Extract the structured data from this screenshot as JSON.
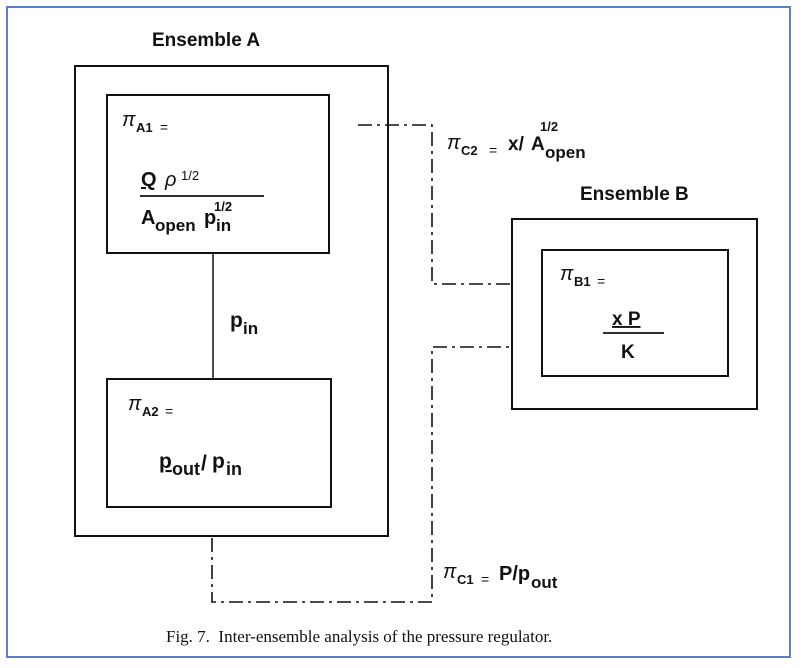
{
  "ensemble_a": {
    "title": "Ensemble A",
    "pi_a1": {
      "symbol": "π",
      "subscript": "A1",
      "eq": "=",
      "num_main": "Q",
      "num_rho": "ρ",
      "num_exp": "1/2",
      "den_main": "A",
      "den_sub": "open",
      "den_p": "p",
      "den_p_exp": "1/2",
      "den_p_sub": "in"
    },
    "connector_label": {
      "main": "p",
      "sub": "in"
    },
    "pi_a2": {
      "symbol": "π",
      "subscript": "A2",
      "eq": "=",
      "p_out": "p",
      "p_out_sub": "out",
      "slash": "/",
      "p_in": "p",
      "p_in_sub": "in"
    }
  },
  "ensemble_b": {
    "title": "Ensemble B",
    "pi_b1": {
      "symbol": "π",
      "subscript": "B1",
      "eq": "=",
      "num": "x P",
      "den": "K"
    }
  },
  "pi_c2": {
    "symbol": "π",
    "subscript": "C2",
    "eq": "=",
    "x": "x/",
    "a": "A",
    "a_sub": "open",
    "a_exp": "1/2"
  },
  "pi_c1": {
    "symbol": "π",
    "subscript": "C1",
    "eq": "=",
    "expr": "P/p",
    "expr_sub": "out"
  },
  "caption": "Fig. 7.  Inter-ensemble analysis of the pressure regulator.",
  "colors": {
    "frame": "#5b7fc8",
    "ink": "#111111"
  }
}
